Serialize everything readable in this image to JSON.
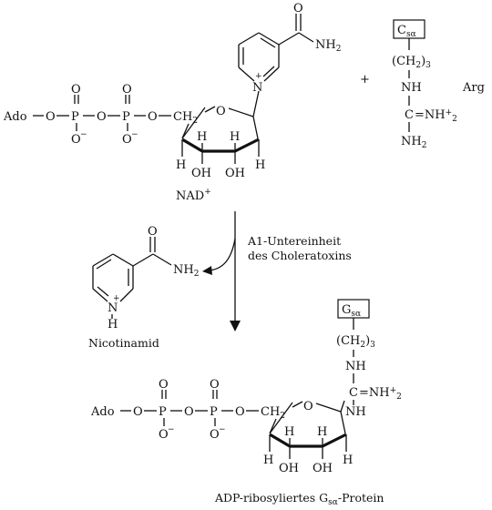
{
  "labels": {
    "ado": "Ado",
    "o": "O",
    "p": "P",
    "o_minus": "O",
    "minus": "−",
    "ch2_ring": "CH",
    "two": "2",
    "h": "H",
    "oh": "OH",
    "n": "N",
    "n_plus": "N",
    "plus": "+",
    "c": "C",
    "nh": "NH",
    "nh2": "NH",
    "ch2_chain": "(CH",
    "sub3": "3",
    "close_paren": ")",
    "eq_nh2": "=NH",
    "nh2_plus": "+",
    "arg": "Arg",
    "c_box": "C",
    "g_box": "G",
    "s_alpha": "sα",
    "nad": "NAD",
    "nad_plus": "+",
    "nicotinamide": "Nicotinamid",
    "enzyme_line1": "A1-Untereinheit",
    "enzyme_line2": "des Choleratoxins",
    "product": "ADP-ribosyliertes G",
    "product_suffix": "-Protein"
  }
}
